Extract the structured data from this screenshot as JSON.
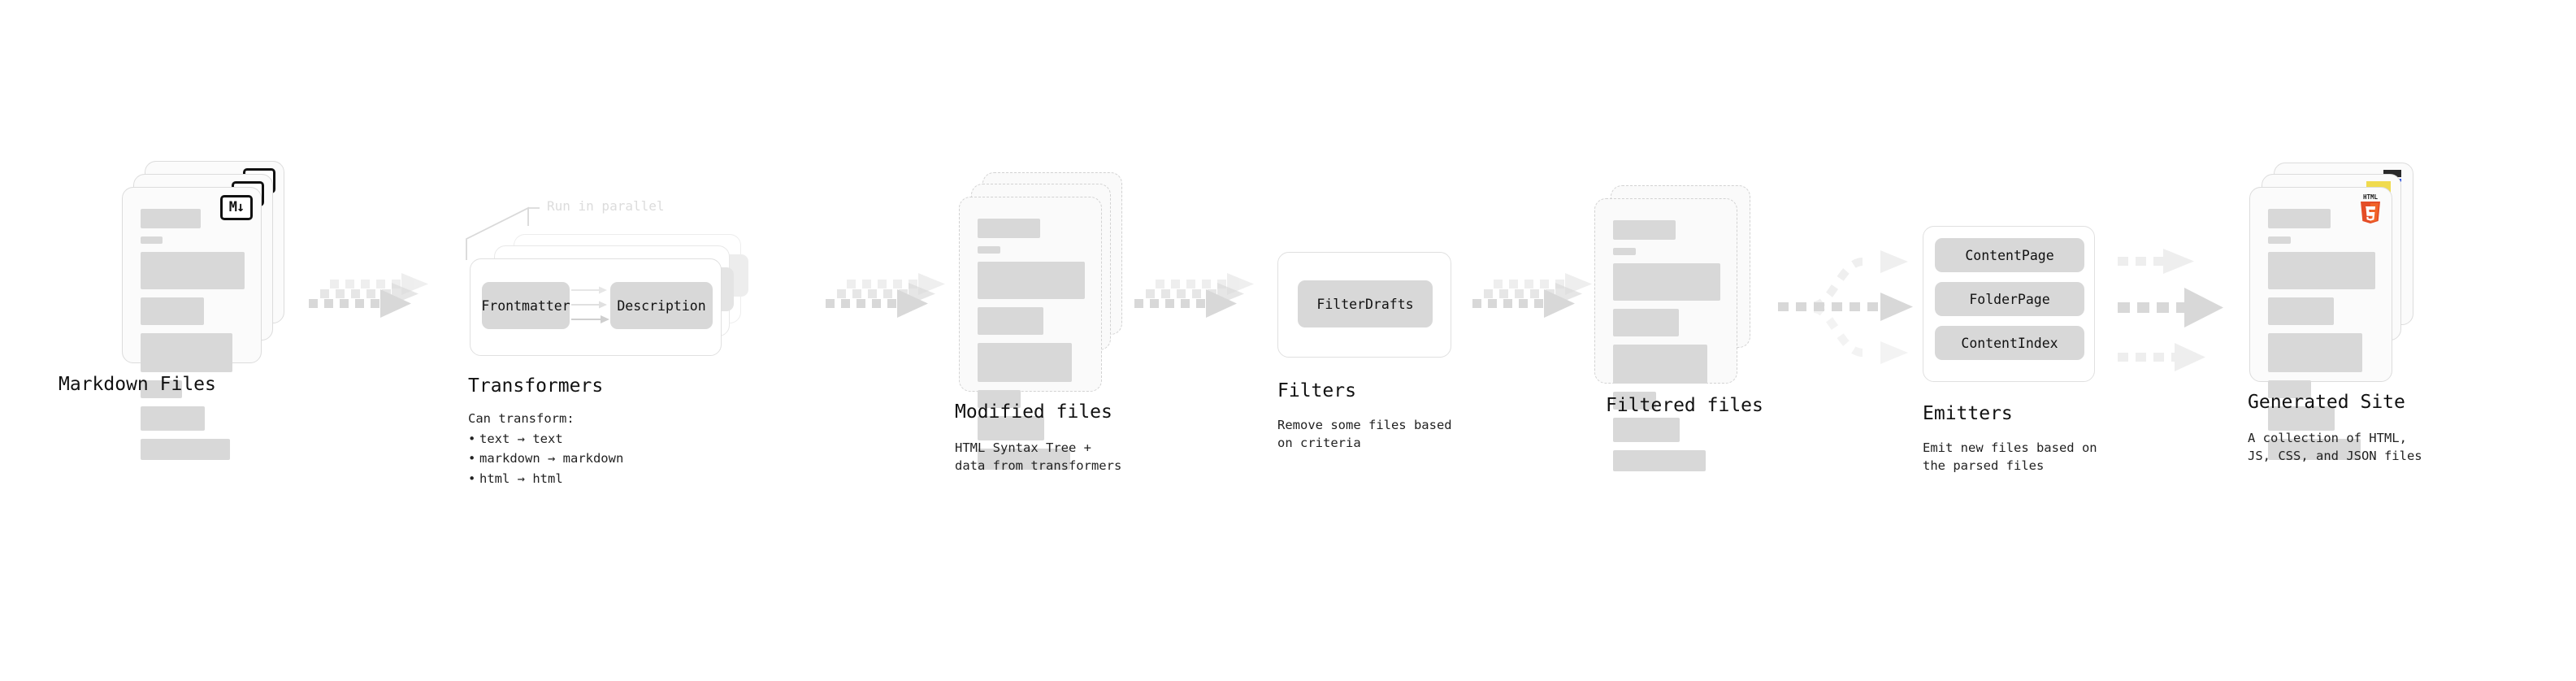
{
  "diagram": {
    "title": "Quartz content processing pipeline",
    "stages": [
      {
        "key": "markdown_files",
        "title": "Markdown Files",
        "subtitle": "",
        "icon": "markdown-badge-icon",
        "icon_label": "M↓",
        "card_style": "solid",
        "stack_count": 3
      },
      {
        "key": "transformers",
        "title": "Transformers",
        "lead": "Can transform:",
        "bullets": [
          "text → text",
          "markdown → markdown",
          "html → html"
        ],
        "annotation": "Run in parallel",
        "plugins": [
          "Frontmatter",
          "Description"
        ],
        "stack_count": 3
      },
      {
        "key": "modified_files",
        "title": "Modified files",
        "subtitle": "HTML Syntax Tree +\ndata from transformers",
        "card_style": "dashed",
        "stack_count": 3
      },
      {
        "key": "filters",
        "title": "Filters",
        "subtitle": "Remove some files based\non criteria",
        "plugins": [
          "FilterDrafts"
        ],
        "stack_count": 1
      },
      {
        "key": "filtered_files",
        "title": "Filtered files",
        "subtitle": "",
        "card_style": "dashed",
        "stack_count": 2
      },
      {
        "key": "emitters",
        "title": "Emitters",
        "subtitle": "Emit new files based on\nthe parsed files",
        "plugins": [
          "ContentPage",
          "FolderPage",
          "ContentIndex"
        ],
        "stack_count": 1
      },
      {
        "key": "generated_site",
        "title": "Generated Site",
        "subtitle": "A collection of HTML,\nJS, CSS, and JSON files",
        "icons": [
          "html5-icon",
          "js-icon",
          "css-icon"
        ],
        "icon_label": "HTML",
        "card_style": "solid",
        "stack_count": 3
      }
    ],
    "colors": {
      "bar": "#d8d8d8",
      "card_border": "#dcdcdc",
      "dashed_border": "#d2d2d2",
      "arrow": "#d8d8d8",
      "text": "#111111",
      "html5_orange": "#e44d26",
      "html5_orange_light": "#f16529",
      "js_yellow": "#f0db4f",
      "css_blue": "#264de4"
    }
  }
}
